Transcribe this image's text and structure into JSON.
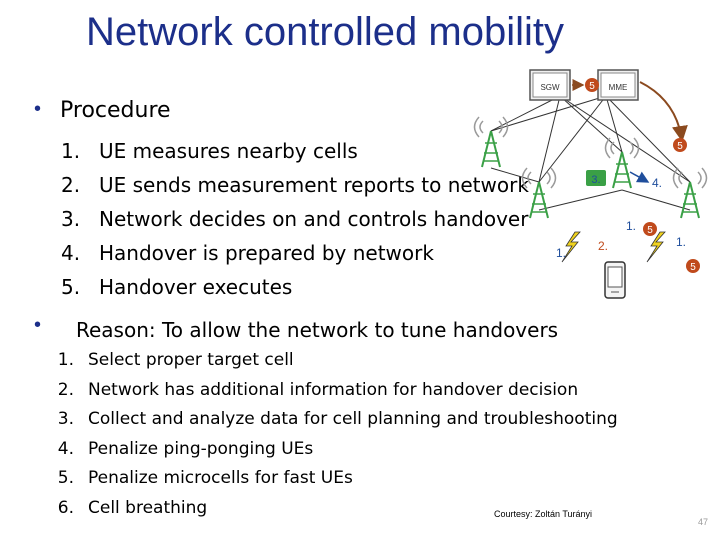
{
  "title": "Network controlled mobility",
  "procedure": {
    "heading": "Procedure",
    "items": [
      {
        "num": "1.",
        "text": "UE measures nearby cells"
      },
      {
        "num": "2.",
        "text": "UE sends measurement reports to network"
      },
      {
        "num": "3.",
        "text": "Network decides on and controls handover"
      },
      {
        "num": "4.",
        "text": "Handover is prepared by network"
      },
      {
        "num": "5.",
        "text": "Handover executes"
      }
    ]
  },
  "reason": {
    "heading": "Reason: To allow the network to tune handovers",
    "items": [
      {
        "num": "1.",
        "text": "Select proper target cell"
      },
      {
        "num": "2.",
        "text": "Network has additional information for handover decision"
      },
      {
        "num": "3.",
        "text": "Collect and analyze data for cell planning and troubleshooting"
      },
      {
        "num": "4.",
        "text": "Penalize ping-ponging UEs"
      },
      {
        "num": "5.",
        "text": "Penalize microcells for fast UEs"
      },
      {
        "num": "6.",
        "text": "Cell breathing"
      }
    ]
  },
  "diagram": {
    "sgw_label": "SGW",
    "mme_label": "MME",
    "step_labels": {
      "s5_top": "5",
      "s5_right": "5",
      "s3": "3.",
      "s4": "4.",
      "s1_left": "1.",
      "s2": "2.",
      "s1_mid": "1.",
      "s5_mid": "5",
      "s1_right": "1.",
      "s5_bottom": "5"
    },
    "colors": {
      "step_badge": "#c04a1c",
      "step_label": "#1f4e9c",
      "arrow_brown": "#8b4a1f",
      "lightning": "#f0d21e",
      "tower_green": "#3aa046"
    }
  },
  "courtesy": "Courtesy: Zoltán Turányi",
  "page_number": "47"
}
